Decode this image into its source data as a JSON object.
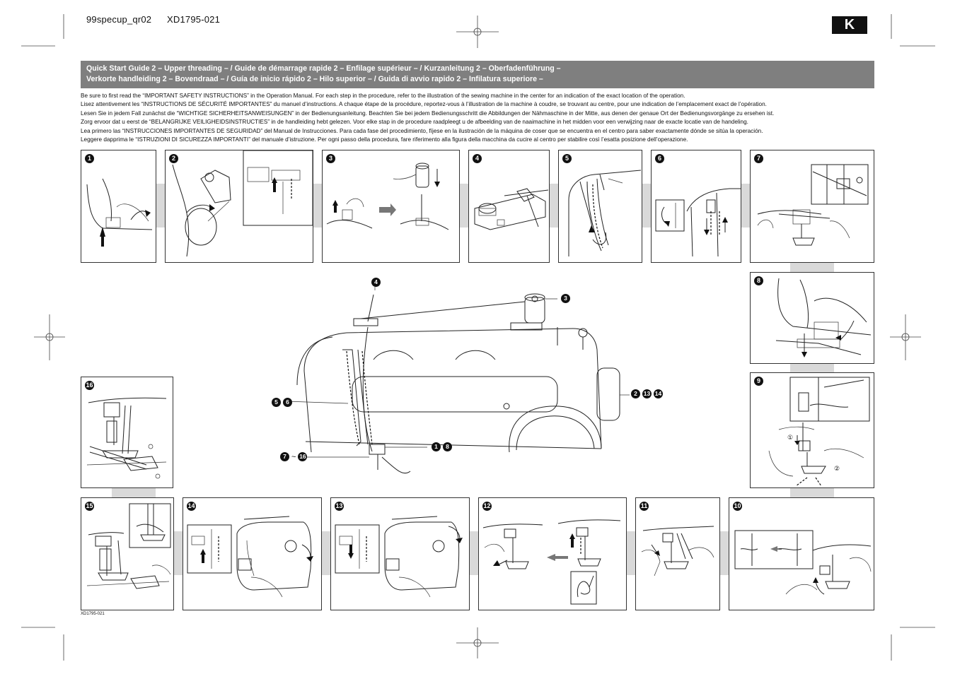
{
  "header": {
    "file_code": "99specup_qr02",
    "doc_code": "XD1795-021",
    "language_badge": "K"
  },
  "title": {
    "line1": "Quick Start Guide 2  – Upper threading – / Guide de démarrage rapide 2  – Enfilage supérieur – / Kurzanleitung 2  – Oberfadenführung –",
    "line2": "Verkorte handleiding 2  – Bovendraad – / Guía de inicio rápido 2  – Hilo superior – / Guida di avvio rapido 2  – Infilatura superiore –"
  },
  "intro": [
    "Be sure to first read the “IMPORTANT SAFETY INSTRUCTIONS” in the Operation Manual. For each step in the procedure, refer to the illustration of the sewing machine in the center for an indication of the exact location of the operation.",
    "Lisez attentivement les “INSTRUCTIONS DE SÉCURITÉ IMPORTANTES” du manuel d’instructions. A chaque étape de la procédure, reportez-vous à l’illustration de la machine à coudre, se trouvant au centre, pour une indication de l’emplacement exact de l’opération.",
    "Lesen Sie in jedem Fall zunächst die “WICHTIGE SICHERHEITSANWEISUNGEN” in der Bedienungsanleitung. Beachten Sie bei jedem Bedienungsschritt die Abbildungen der Nähmaschine in der Mitte, aus denen der genaue Ort der Bedienungsvorgänge zu ersehen ist.",
    "Zorg ervoor dat u eerst de “BELANGRIJKE VEILIGHEIDSINSTRUCTIES” in de handleiding hebt gelezen. Voor elke stap in de procedure raadpleegt u de afbeelding van de naaimachine in het midden voor een verwijzing naar de exacte locatie van de handeling.",
    "Lea primero las “INSTRUCCIONES IMPORTANTES DE SEGURIDAD” del Manual de Instrucciones. Para cada fase del procedimiento, fíjese en la ilustración de la máquina de coser que se encuentra en el centro para saber exactamente dónde se sitúa la operación.",
    "Leggere dapprima le “ISTRUZIONI DI SICUREZZA IMPORTANTI” del manuale d’istruzione. Per ogni passo della procedura, fare riferimento alla figura della macchina da cucire al centro per stabilire così l’esatta posizione dell’operazione."
  ],
  "steps": {
    "s1": "1",
    "s2": "2",
    "s3": "3",
    "s4": "4",
    "s5": "5",
    "s6": "6",
    "s7": "7",
    "s8": "8",
    "s9": "9",
    "s10": "10",
    "s11": "11",
    "s12": "12",
    "s13": "13",
    "s14": "14",
    "s15": "15",
    "s16": "16"
  },
  "callouts": {
    "top": "4",
    "spool": "3",
    "left_a": "5",
    "left_b": "6",
    "right_a": "2",
    "right_b": "13",
    "right_c": "14",
    "needle_a": "1",
    "needle_b": "8",
    "foot_a": "7",
    "foot_tilde": "~",
    "foot_b": "16"
  },
  "step9_markers": {
    "m1": "①",
    "m2": "②"
  },
  "footer": {
    "code": "XD1795-021"
  }
}
